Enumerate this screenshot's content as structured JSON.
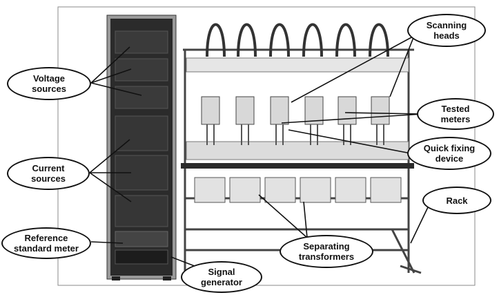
{
  "labels": {
    "voltage": [
      "Voltage",
      "sources"
    ],
    "current": [
      "Current",
      "sources"
    ],
    "reference": [
      "Reference",
      "standard meter"
    ],
    "signal": [
      "Signal",
      "generator"
    ],
    "scanning": [
      "Scanning",
      "heads"
    ],
    "tested": [
      "Tested",
      "meters"
    ],
    "quick": [
      "Quick fixing",
      "device"
    ],
    "rack": [
      "Rack"
    ],
    "separating": [
      "Separating",
      "transformers"
    ]
  },
  "colors": {
    "ink": "#111111",
    "cabinet": "#2a2a2a",
    "metal": "#cfcfcf"
  }
}
